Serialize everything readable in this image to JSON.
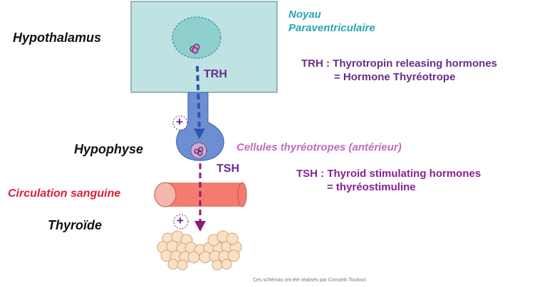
{
  "labels": {
    "hypothalamus": "Hypothalamus",
    "noyau_line1": "Noyau",
    "noyau_line2": "Paraventriculaire",
    "hypophyse": "Hypophyse",
    "cellules": "Cellules thyréotropes (antérieur)",
    "circulation": "Circulation sanguine",
    "thyroide": "Thyroïde"
  },
  "hormones": {
    "trh": {
      "abbr": "TRH",
      "definition_line1": "TRH : Thyrotropin releasing hormones",
      "definition_line2": "= Hormone Thyréotrope"
    },
    "tsh": {
      "abbr": "TSH",
      "definition_line1": "TSH : Thyroid stimulating hormones",
      "definition_line2": "= thyréostimuline"
    }
  },
  "signs": {
    "stimulation": "+"
  },
  "credit": "Ces schémas ont été réalisés par Conseils Toutous",
  "colors": {
    "hypothalamus_fill": "#bfe2e3",
    "nucleus_fill": "#8fd0cf",
    "nucleus_border": "#3a8fa6",
    "stalk_fill": "#6c8fd2",
    "trh_arrow": "#2e56b0",
    "tsh_arrow": "#8c1a78",
    "hormone_text": "#6a2b8c",
    "tsh_definition": "#8c2090",
    "cellules_text": "#c06ac2",
    "circulation_text": "#d81f3a",
    "vessel_fill": "#f47b70",
    "vessel_end": "#f5b6ad",
    "thyroid_fill": "#fbe1c4",
    "thyroid_stroke": "#c9a57c",
    "teal_text": "#2aa6ad"
  }
}
